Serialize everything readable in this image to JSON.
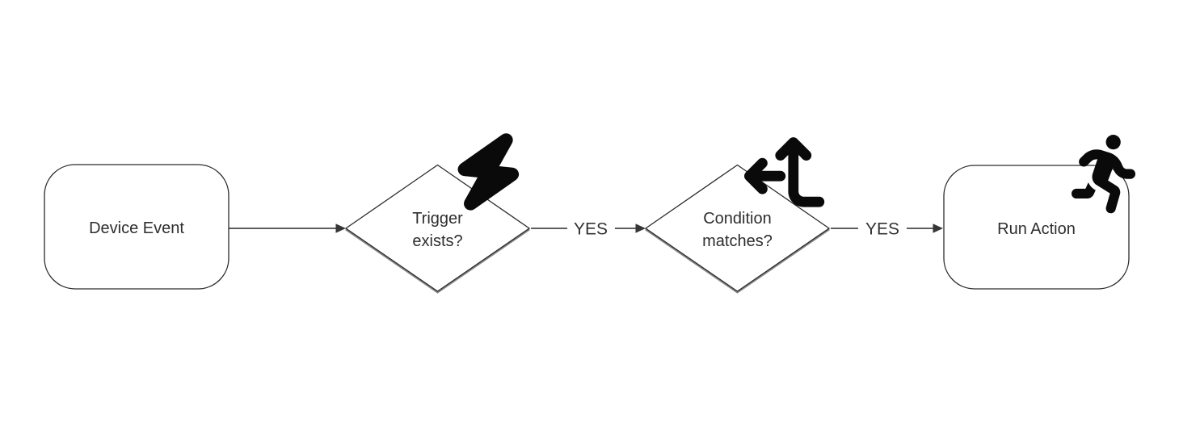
{
  "diagram": {
    "type": "flowchart",
    "background": "#ffffff",
    "colors": {
      "shape_fill": "#ffffff",
      "shape_stroke": "#2b2b2b",
      "label_text": "#2e2e2e",
      "connector": "#474747",
      "icon": "#0a0a0a"
    },
    "nodes": [
      {
        "id": "device-event",
        "type": "rounded-rectangle",
        "label": "Device Event"
      },
      {
        "id": "trigger-exists",
        "type": "decision-diamond",
        "label": "Trigger exists?",
        "label_line1": "Trigger",
        "label_line2": "exists?",
        "icon": "bolt-lightning-icon"
      },
      {
        "id": "condition-matches",
        "type": "decision-diamond",
        "label": "Condition matches?",
        "label_line1": "Condition",
        "label_line2": "matches?",
        "icon": "split-arrows-up-left-icon"
      },
      {
        "id": "run-action",
        "type": "rounded-rectangle",
        "label": "Run Action",
        "icon": "person-running-icon"
      }
    ],
    "edges": [
      {
        "from": "device-event",
        "to": "trigger-exists",
        "label": ""
      },
      {
        "from": "trigger-exists",
        "to": "condition-matches",
        "label": "YES"
      },
      {
        "from": "condition-matches",
        "to": "run-action",
        "label": "YES"
      }
    ]
  }
}
